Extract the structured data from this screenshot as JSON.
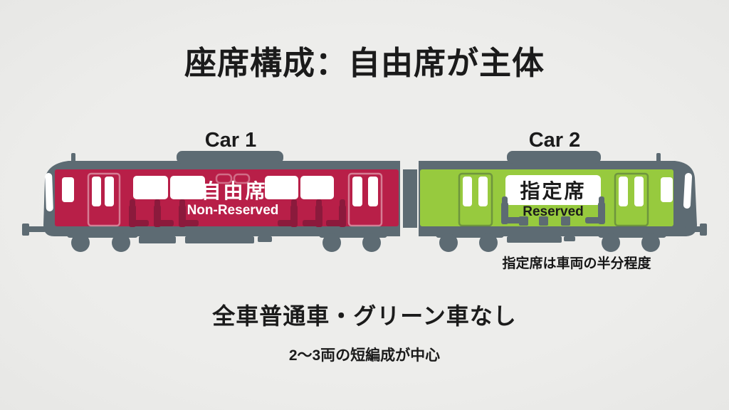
{
  "slide": {
    "title": "座席構成：自由席が主体",
    "summary_primary": "全車普通車・グリーン車なし",
    "summary_secondary": "2〜3両の短編成が中心"
  },
  "train": {
    "car1": {
      "label": "Car 1",
      "class_ja": "自由席",
      "class_en": "Non-Reserved"
    },
    "car2": {
      "label": "Car 2",
      "class_ja": "指定席",
      "class_en": "Reserved",
      "note": "指定席は車両の半分程度"
    }
  },
  "colors": {
    "background": "#EDEDEB",
    "train_gray": "#5D6B73",
    "car1_red": "#B81F48",
    "car1_seat_red": "#8B1A3C",
    "car2_green": "#97CA3E",
    "window_white": "#FFFFFF",
    "text_dark": "#1B1B1B"
  }
}
